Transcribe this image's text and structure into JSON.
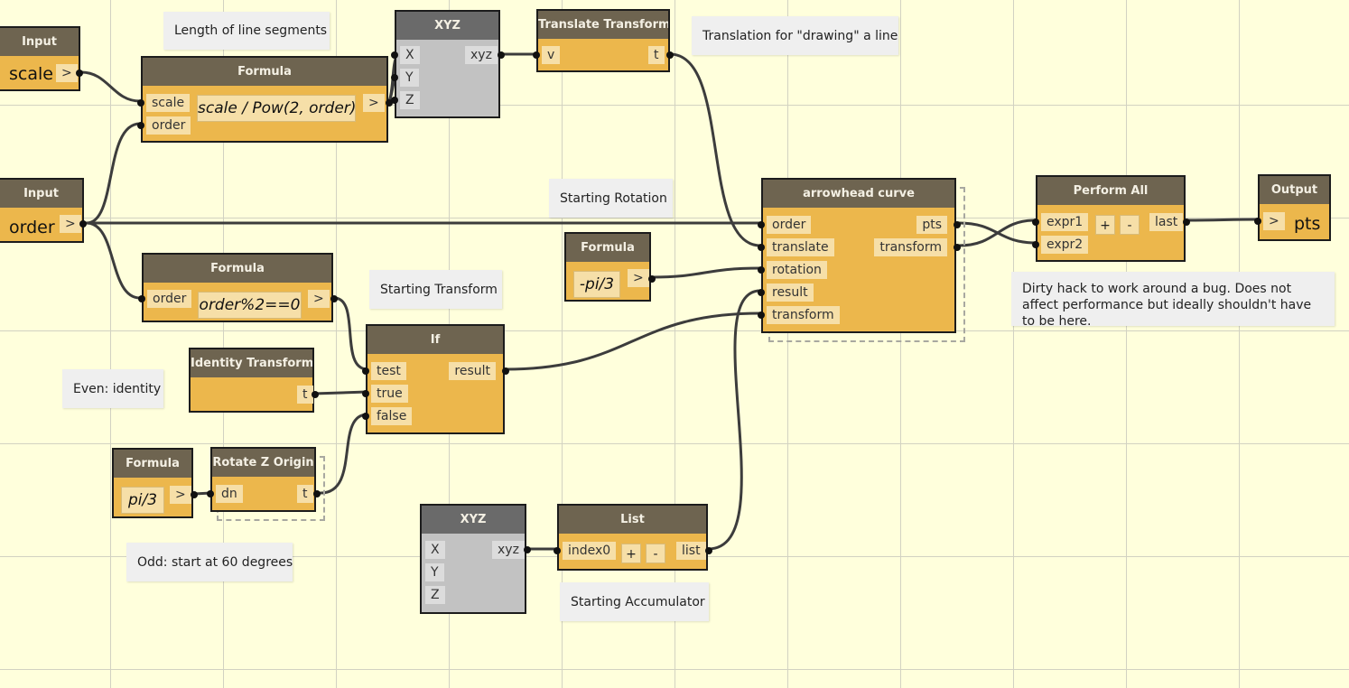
{
  "nodes": {
    "input_scale": {
      "title": "Input",
      "value": "scale",
      "out": ">"
    },
    "input_order": {
      "title": "Input",
      "value": "order",
      "out": ">"
    },
    "formula_main": {
      "title": "Formula",
      "in": [
        "scale",
        "order"
      ],
      "expr": "scale / Pow(2, order)",
      "out": ">"
    },
    "xyz_top": {
      "title": "XYZ",
      "in": [
        "X",
        "Y",
        "Z"
      ],
      "out": "xyz"
    },
    "translate": {
      "title": "Translate Transform",
      "in": [
        "v"
      ],
      "out": "t"
    },
    "formula_parity": {
      "title": "Formula",
      "in": [
        "order"
      ],
      "expr": "order%2==0",
      "out": ">"
    },
    "formula_neg": {
      "title": "Formula",
      "expr": "-pi/3",
      "out": ">"
    },
    "arrowhead": {
      "title": "arrowhead curve",
      "in": [
        "order",
        "translate",
        "rotation",
        "result",
        "transform"
      ],
      "out": [
        "pts",
        "transform"
      ]
    },
    "perform_all": {
      "title": "Perform All",
      "in": [
        "expr1",
        "expr2"
      ],
      "plus": "+",
      "minus": "-",
      "out": "last"
    },
    "output": {
      "title": "Output",
      "in": ">",
      "value": "pts"
    },
    "identity": {
      "title": "Identity Transform",
      "out": "t"
    },
    "if_node": {
      "title": "If",
      "in": [
        "test",
        "true",
        "false"
      ],
      "out": "result"
    },
    "formula_pi": {
      "title": "Formula",
      "expr": "pi/3",
      "out": ">"
    },
    "rotate_z": {
      "title": "Rotate Z Origin",
      "in": [
        "dn"
      ],
      "out": "t"
    },
    "xyz_bottom": {
      "title": "XYZ",
      "in": [
        "X",
        "Y",
        "Z"
      ],
      "out": "xyz"
    },
    "list_node": {
      "title": "List",
      "in": [
        "index0"
      ],
      "plus": "+",
      "minus": "-",
      "out": "list"
    }
  },
  "notes": {
    "length": "Length of line segments",
    "translation": "Translation for \"drawing\" a line",
    "rotation": "Starting Rotation",
    "transform": "Starting Transform",
    "even": "Even: identity",
    "odd": "Odd: start at 60 degrees",
    "accumulator": "Starting Accumulator",
    "hack": "Dirty hack to work around a bug. Does not affect performance but ideally shouldn't have to be here."
  },
  "colors": {
    "canvas": "#ffffdc",
    "node_body": "#ecb74c",
    "node_header": "#6e6450",
    "gray_body": "#c2c2c2",
    "gray_header": "#6a6a6a",
    "wire": "#3c3c3c"
  }
}
